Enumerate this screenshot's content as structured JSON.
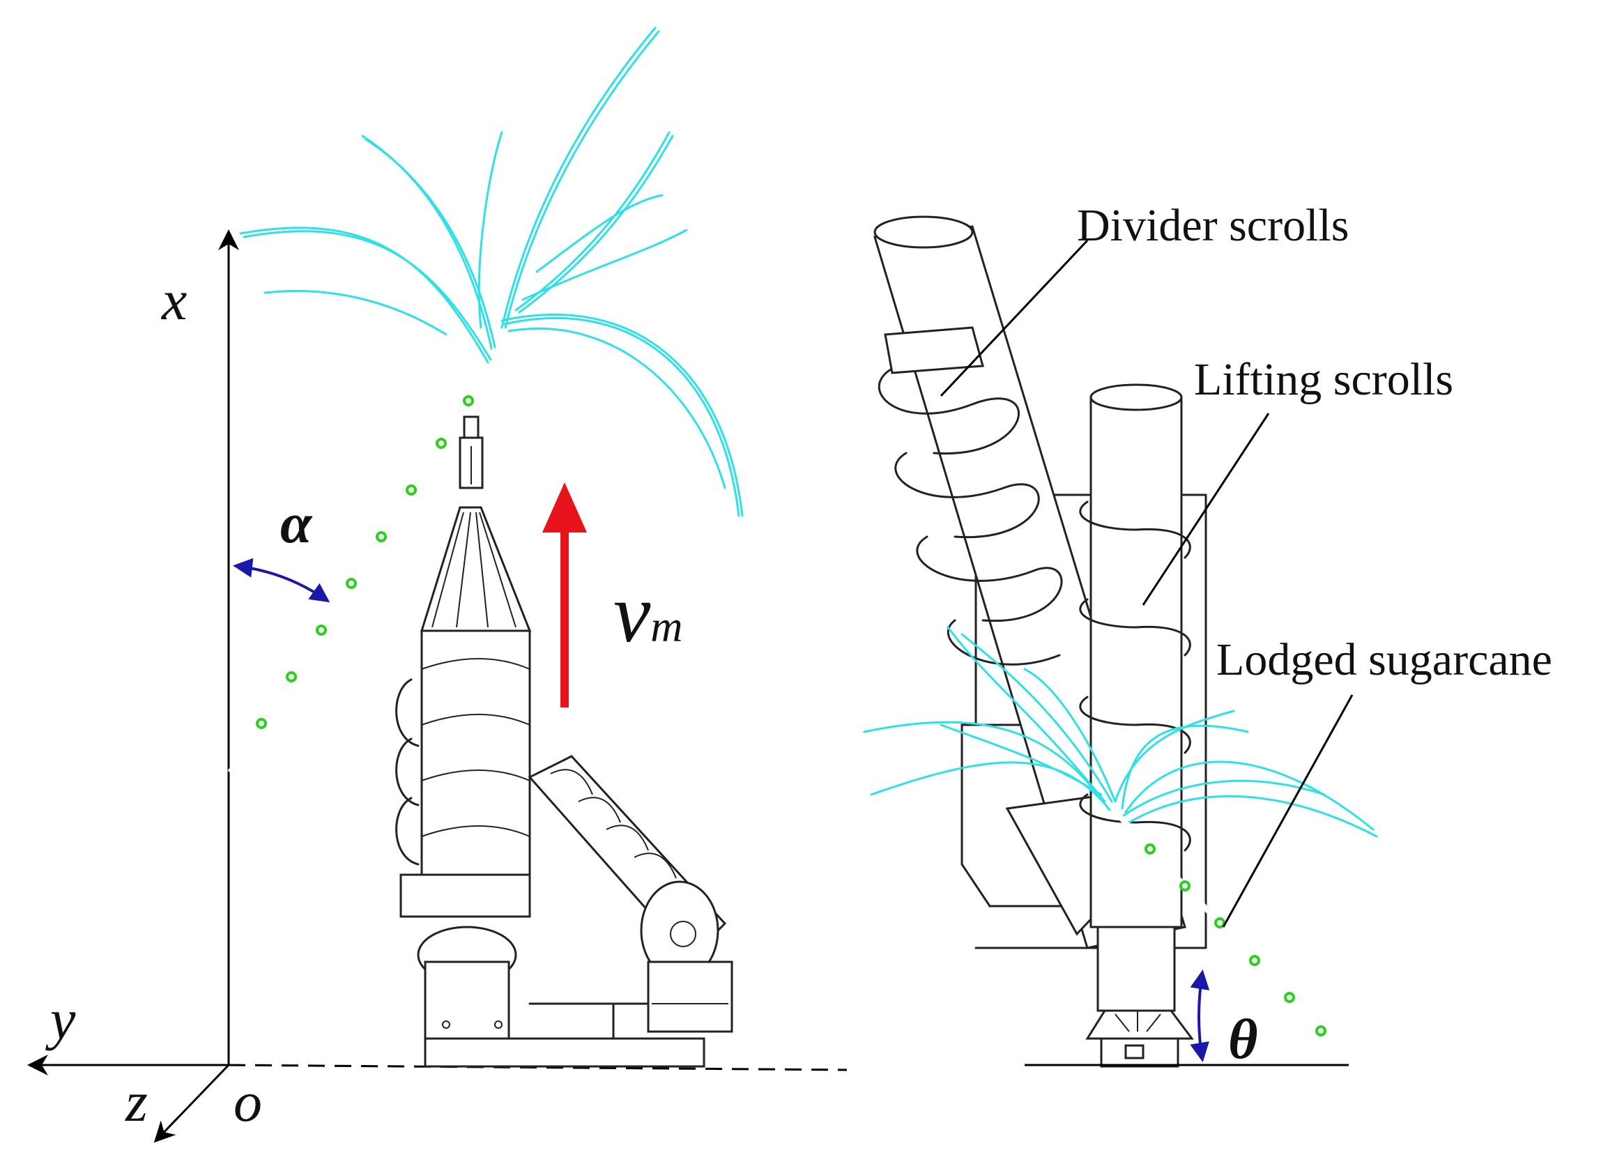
{
  "axes": {
    "x": "x",
    "y": "y",
    "z": "z",
    "origin": "o"
  },
  "angles": {
    "alpha": "α",
    "theta": "θ"
  },
  "velocity": {
    "symbol": "v",
    "subscript": "m"
  },
  "labels": {
    "divider_scrolls": "Divider scrolls",
    "lifting_scrolls": "Lifting scrolls",
    "lodged_sugarcane": "Lodged sugarcane"
  },
  "colors": {
    "leaves": "#2fe0e6",
    "stalk": "#28d21a",
    "velocity_arrow": "#e8141c",
    "angle_arrows": "#1a18a8"
  }
}
